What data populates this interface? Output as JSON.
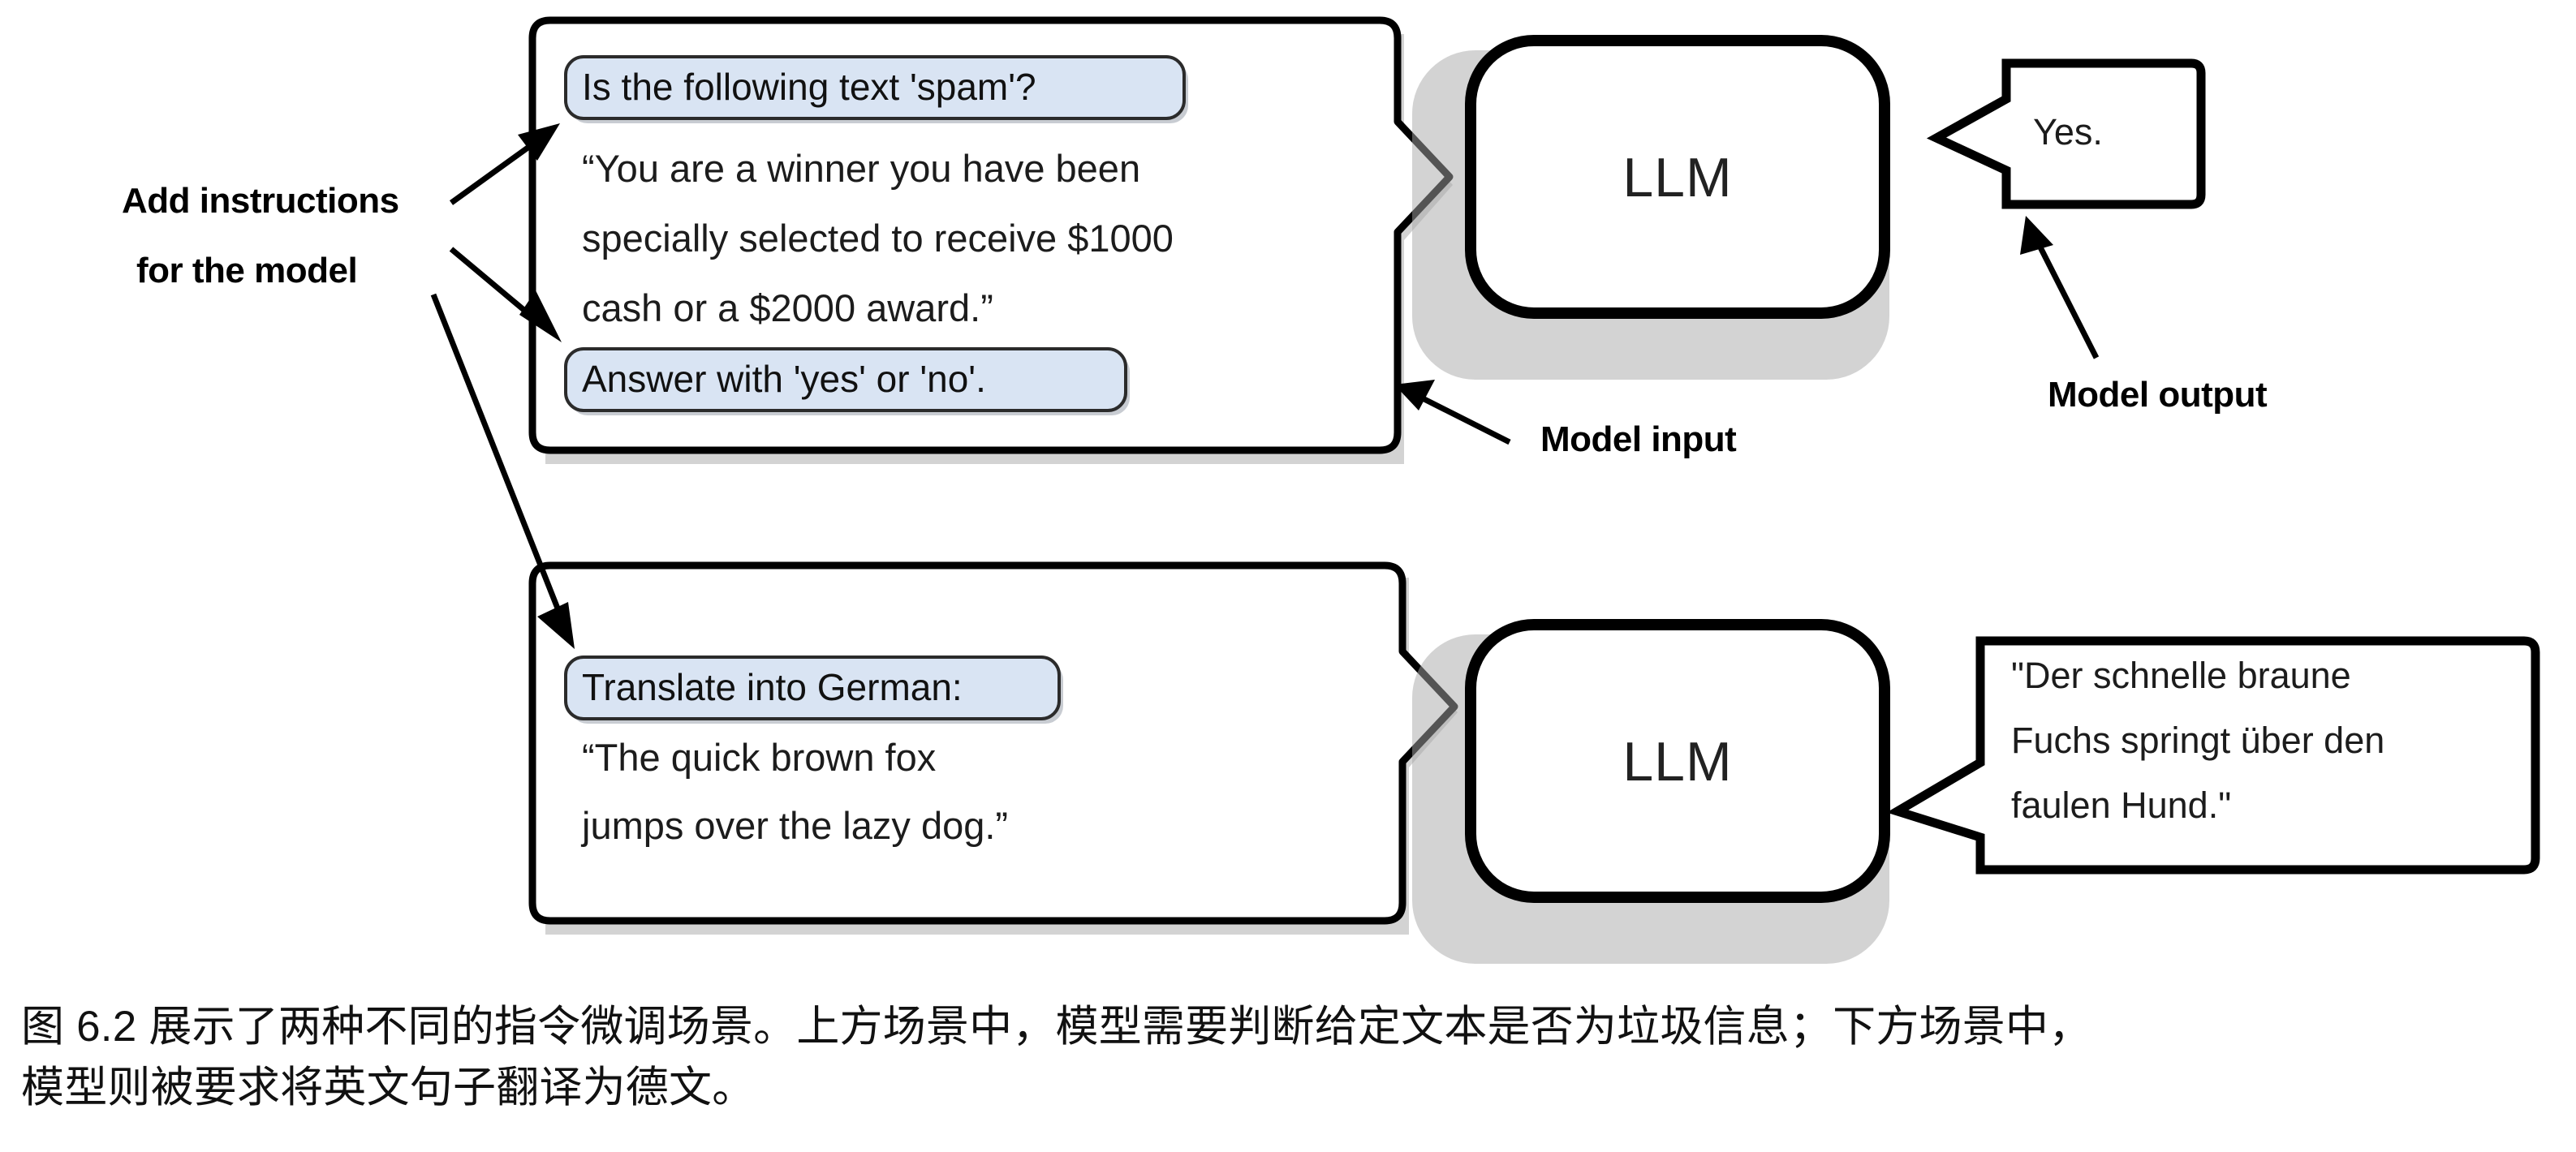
{
  "figure": {
    "scenarios": [
      {
        "id": "spam-classification",
        "input_box": {
          "instruction_top": "Is the following text 'spam'?",
          "body_lines": [
            "“You are a winner you have been",
            "specially selected to receive $1000",
            "cash or a $2000 award.”"
          ],
          "instruction_bottom": "Answer with 'yes' or 'no'."
        },
        "model": {
          "label": "LLM"
        },
        "output_bubble": {
          "lines": [
            "Yes."
          ]
        }
      },
      {
        "id": "german-translation",
        "input_box": {
          "instruction_top": "Translate into German:",
          "body_lines": [
            "“The quick brown fox",
            "jumps over the lazy dog.”"
          ],
          "instruction_bottom": ""
        },
        "model": {
          "label": "LLM"
        },
        "output_bubble": {
          "lines": [
            "\"Der schnelle braune",
            "Fuchs springt über den",
            "faulen Hund.\""
          ]
        }
      }
    ],
    "annotations": {
      "add_instructions_line1": "Add instructions",
      "add_instructions_line2": "for the model",
      "model_input": "Model input",
      "model_output": "Model output"
    },
    "colors": {
      "instruction_highlight": "#d9e4f3",
      "instruction_highlight_border": "#2b2b2b",
      "stroke": "#000000",
      "background": "#ffffff",
      "text": "#1a1a1a"
    }
  },
  "caption": {
    "line1": "图 6.2 展示了两种不同的指令微调场景。上方场景中，模型需要判断给定文本是否为垃圾信息；下方场景中，",
    "line2": "模型则被要求将英文句子翻译为德文。"
  }
}
